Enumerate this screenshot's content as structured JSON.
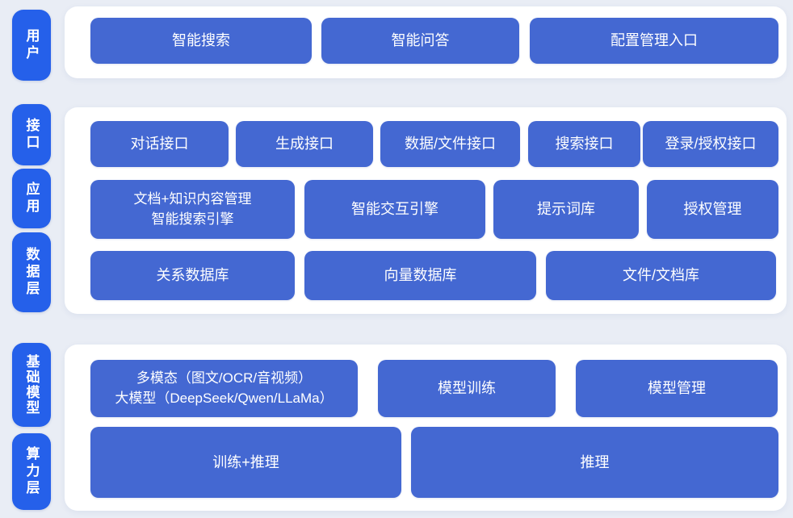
{
  "title": "AI platform architecture diagram",
  "colors": {
    "background": "#e9edf5",
    "panel": "#ffffff",
    "pill_blue": "#2560ea",
    "box_blue": "#4468d2",
    "text": "#ffffff"
  },
  "sections": [
    {
      "name": "user-layer",
      "pills": [
        {
          "label": "用户"
        }
      ],
      "rows": [
        {
          "boxes": [
            {
              "lines": [
                "智能搜索"
              ]
            },
            {
              "lines": [
                "智能问答"
              ]
            },
            {
              "lines": [
                "配置管理入口"
              ]
            }
          ]
        }
      ]
    },
    {
      "name": "interface-application-data-layer",
      "pills": [
        {
          "label": "接口"
        },
        {
          "label": "应用"
        },
        {
          "label": "数据层"
        }
      ],
      "rows": [
        {
          "boxes": [
            {
              "lines": [
                "对话接口"
              ]
            },
            {
              "lines": [
                "生成接口"
              ]
            },
            {
              "lines": [
                "数据/文件接口"
              ]
            },
            {
              "lines": [
                "搜索接口"
              ]
            },
            {
              "lines": [
                "登录/授权接口"
              ]
            }
          ]
        },
        {
          "boxes": [
            {
              "lines": [
                "文档+知识内容管理",
                "智能搜索引擎"
              ]
            },
            {
              "lines": [
                "智能交互引擎"
              ]
            },
            {
              "lines": [
                "提示词库"
              ]
            },
            {
              "lines": [
                "授权管理"
              ]
            }
          ]
        },
        {
          "boxes": [
            {
              "lines": [
                "关系数据库"
              ]
            },
            {
              "lines": [
                "向量数据库"
              ]
            },
            {
              "lines": [
                "文件/文档库"
              ]
            }
          ]
        }
      ]
    },
    {
      "name": "foundation-model-compute-layer",
      "pills": [
        {
          "label": "基础模型"
        },
        {
          "label": "算力层"
        }
      ],
      "rows": [
        {
          "boxes": [
            {
              "lines": [
                "多模态（图文/OCR/音视频）",
                "大模型（DeepSeek/Qwen/LLaMa）"
              ]
            },
            {
              "lines": [
                "模型训练"
              ]
            },
            {
              "lines": [
                "模型管理"
              ]
            }
          ]
        },
        {
          "boxes": [
            {
              "lines": [
                "训练+推理"
              ]
            },
            {
              "lines": [
                "推理"
              ]
            }
          ]
        }
      ]
    }
  ]
}
